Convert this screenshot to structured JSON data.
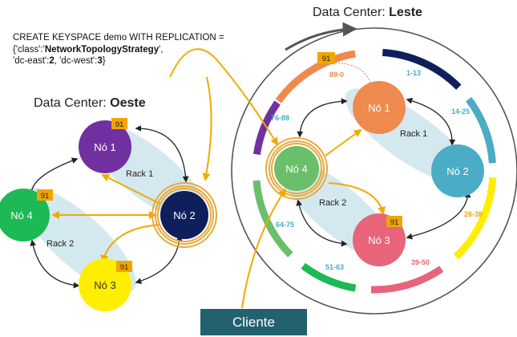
{
  "code": {
    "line1": "CREATE KEYSPACE demo WITH REPLICATION =",
    "line2_pre": "{'class':'",
    "line2_strategy": "NetworkTopologyStrategy",
    "line2_post": "',",
    "line3_a": "'dc-east':",
    "line3_b": "2",
    "line3_c": ", 'dc-west':",
    "line3_d": "3",
    "line3_e": "}"
  },
  "dc_west": {
    "prefix": "Data Center: ",
    "name": "Oeste"
  },
  "dc_east": {
    "prefix": "Data Center: ",
    "name": "Leste"
  },
  "west": {
    "node1": "Nó 1",
    "node2": "Nó 2",
    "node3": "Nó 3",
    "node4": "Nó 4",
    "rack1": "Rack 1",
    "rack2": "Rack 2",
    "tag": "91"
  },
  "east": {
    "node1": "Nó 1",
    "node2": "Nó 2",
    "node3": "Nó 3",
    "node4": "Nó 4",
    "rack1": "Rack 1",
    "rack2": "Rack 2",
    "tag": "91",
    "ranges": {
      "r89_0": "89-0",
      "r1_13": "1-13",
      "r14_25": "14-25",
      "r26_38": "26-38",
      "r39_50": "39-50",
      "r51_63": "51-63",
      "r64_75": "64-75",
      "r76_88": "76-88"
    }
  },
  "client": {
    "label": "Cliente"
  },
  "colors": {
    "purple": "#7030a0",
    "navy": "#0f1f5c",
    "green": "#1db954",
    "yellow": "#ffee00",
    "orange": "#ee8a4e",
    "teal": "#4bacc6",
    "lightgreen": "#6abf6a",
    "pink": "#e8647a",
    "arrow": "#f2a900",
    "rack": "#d4e8f0",
    "client": "#23616f"
  }
}
